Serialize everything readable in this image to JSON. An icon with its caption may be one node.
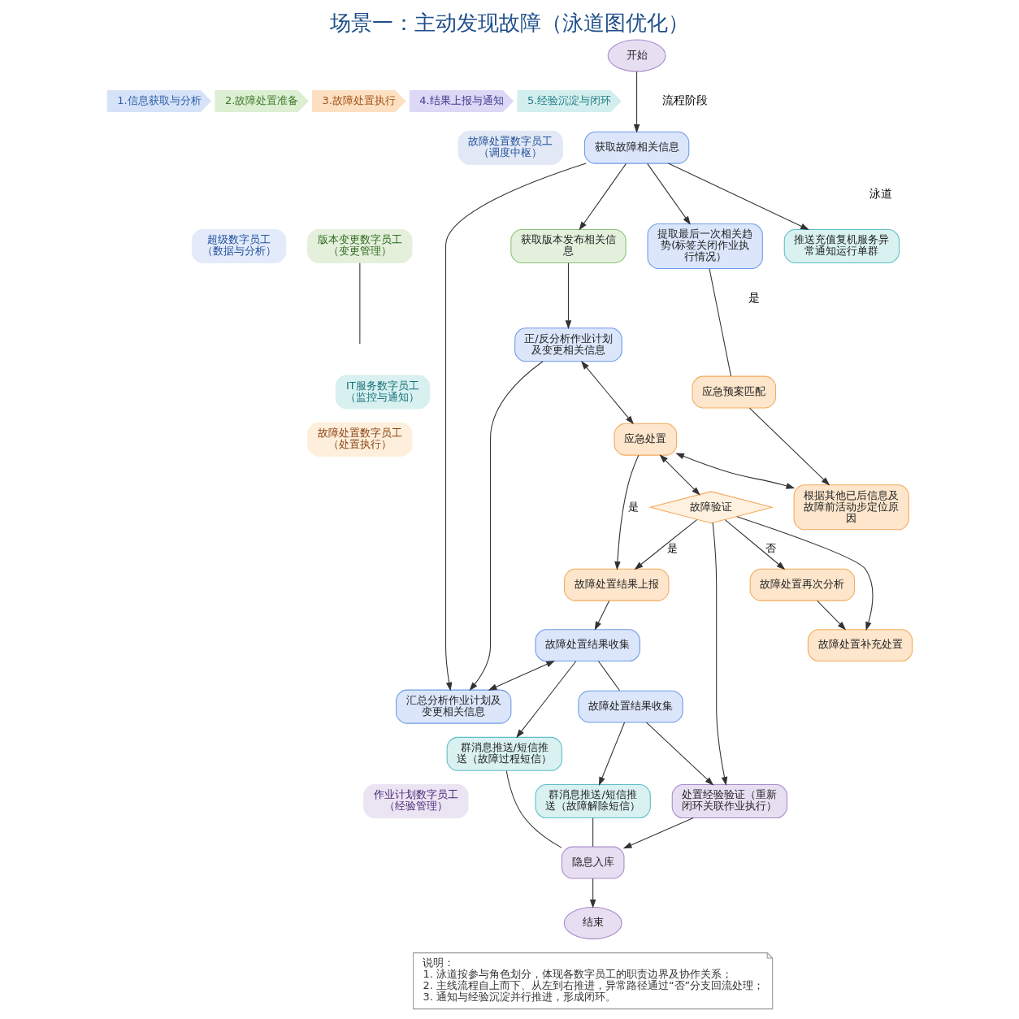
{
  "diagram": {
    "title": "场景一：主动发现故障（泳道图优化）",
    "nodes": [
      {
        "text": [
          "1.信息获取与分析"
        ]
      },
      {
        "text": [
          "2.故障处置准备"
        ]
      },
      {
        "text": [
          "3.故障处置执行"
        ]
      },
      {
        "text": [
          "4.结果上报与通知"
        ]
      },
      {
        "text": [
          "5.经验沉淀与闭环"
        ]
      },
      {
        "text": [
          "故障处置数字员工",
          "（调度中枢）"
        ]
      },
      {
        "text": [
          "超级数字员工",
          "（数据与分析）"
        ]
      },
      {
        "text": [
          "版本变更数字员工",
          "（变更管理）"
        ]
      },
      {
        "text": [
          "IT服务数字员工",
          "（监控与通知）"
        ]
      },
      {
        "text": [
          "故障处置数字员工",
          "（处置执行）"
        ]
      },
      {
        "text": [
          "作业计划数字员工",
          "（经验管理）"
        ]
      },
      {
        "text": [
          "开始"
        ]
      },
      {
        "text": [
          "获取故障相关信息"
        ]
      },
      {
        "text": [
          "汇总分析作业计划及变更相关信息"
        ]
      },
      {
        "text": [
          "提取最后一次相关趋势(标签关闭作业执行情况）"
        ]
      },
      {
        "text": [
          "获取版本发布相关信息"
        ]
      },
      {
        "text": [
          "正/反分析作业计划及变更相关信息"
        ]
      },
      {
        "text": [
          "推送充值复机服务异常通知运行单群"
        ]
      },
      {
        "text": [
          "应急预案匹配"
        ]
      },
      {
        "text": [
          "根据其他已后信息及故障前活动步定位原因"
        ]
      },
      {
        "text": [
          "应急处置"
        ]
      },
      {
        "text": [
          "故障处置结果上报"
        ]
      },
      {
        "text": [
          "故障处置结果收集"
        ]
      },
      {
        "text": [
          "群消息推送/短信推送（故障过程短信）"
        ]
      },
      {
        "text": [
          "故障验证"
        ]
      },
      {
        "text": [
          "故障处置结果收集"
        ]
      },
      {
        "text": [
          "群消息推送/短信推送（故障解除短信）"
        ]
      },
      {
        "text": [
          "故障处置再次分析"
        ]
      },
      {
        "text": [
          "故障处置补充处置"
        ]
      },
      {
        "text": [
          "处置经验验证（重新闭环关联作业执行）"
        ]
      },
      {
        "text": [
          "隐息入库"
        ]
      },
      {
        "text": [
          "结束"
        ]
      },
      {
        "text": [
          "说明：",
          "1. 泳道按参与角色划分，体现各数字员工的职责边界及协作关系；",
          "2. 主线流程自上而下、从左到右推进，异常路径通过“否”分支回流处理；",
          "3. 通知与经验沉淀并行推进，形成闭环。"
        ]
      }
    ],
    "edges": [
      {
        "from": 11,
        "to": 12,
        "arrow": "to"
      },
      {
        "from": 12,
        "to": 13,
        "arrow": "to"
      },
      {
        "from": 12,
        "to": 14,
        "arrow": "to"
      },
      {
        "from": 12,
        "to": 17,
        "arrow": "to"
      },
      {
        "from": 12,
        "to": 15,
        "arrow": "to"
      },
      {
        "from": 15,
        "to": 16,
        "arrow": "to"
      },
      {
        "from": 16,
        "to": 13,
        "arrow": "to"
      },
      {
        "from": 7,
        "to": null,
        "arrow": "none"
      },
      {
        "from": 14,
        "to": 18,
        "arrow": "none"
      },
      {
        "from": 18,
        "to": 19,
        "arrow": "to"
      },
      {
        "from": 20,
        "to": 19,
        "arrow": "both"
      },
      {
        "from": 16,
        "to": 20,
        "arrow": "both"
      },
      {
        "from": 20,
        "to": 21,
        "arrow": "to",
        "label": "是"
      },
      {
        "from": 20,
        "to": 24,
        "arrow": "both"
      },
      {
        "from": 24,
        "to": 21,
        "arrow": "to",
        "label": "是"
      },
      {
        "from": 24,
        "to": 29,
        "arrow": "to"
      },
      {
        "from": 24,
        "to": 27,
        "arrow": "to",
        "label": "否"
      },
      {
        "from": 24,
        "to": 28,
        "arrow": "to"
      },
      {
        "from": 27,
        "to": 28,
        "arrow": "to"
      },
      {
        "from": 21,
        "to": 22,
        "arrow": "to"
      },
      {
        "from": 22,
        "to": 13,
        "arrow": "both"
      },
      {
        "from": 22,
        "to": 23,
        "arrow": "to"
      },
      {
        "from": 22,
        "to": 25,
        "arrow": "none"
      },
      {
        "from": 25,
        "to": 26,
        "arrow": "to"
      },
      {
        "from": 25,
        "to": 29,
        "arrow": "to"
      },
      {
        "from": 23,
        "to": 30,
        "arrow": "none"
      },
      {
        "from": 26,
        "to": 30,
        "arrow": "none"
      },
      {
        "from": 29,
        "to": 30,
        "arrow": "to"
      },
      {
        "from": 30,
        "to": 31,
        "arrow": "to"
      }
    ],
    "labels": [
      "泳道",
      "流程阶段",
      "是"
    ]
  }
}
